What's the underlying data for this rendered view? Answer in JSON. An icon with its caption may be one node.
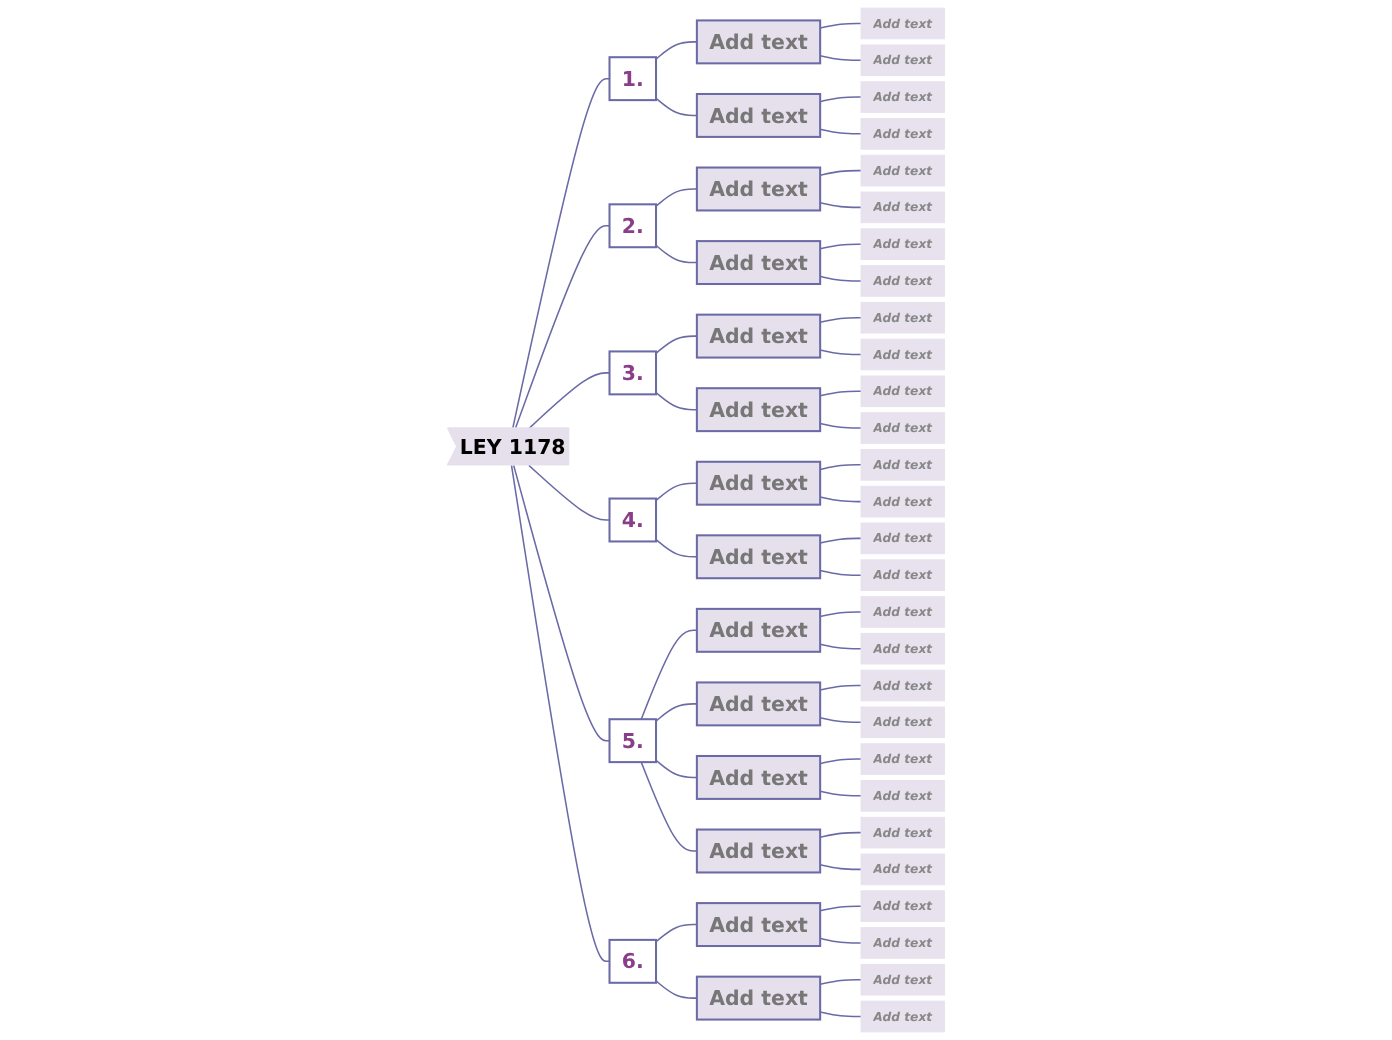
{
  "diagram": {
    "nodes": [
      {
        "text": [
          "LEY 1178"
        ]
      },
      {
        "text": [
          "1."
        ]
      },
      {
        "text": [
          "Add text"
        ]
      },
      {
        "text": [
          "Add text"
        ]
      },
      {
        "text": [
          "Add text"
        ]
      },
      {
        "text": [
          "Add text"
        ]
      },
      {
        "text": [
          "Add text"
        ]
      },
      {
        "text": [
          "Add text"
        ]
      },
      {
        "text": [
          "2."
        ]
      },
      {
        "text": [
          "Add text"
        ]
      },
      {
        "text": [
          "Add text"
        ]
      },
      {
        "text": [
          "Add text"
        ]
      },
      {
        "text": [
          "Add text"
        ]
      },
      {
        "text": [
          "Add text"
        ]
      },
      {
        "text": [
          "Add text"
        ]
      },
      {
        "text": [
          "3."
        ]
      },
      {
        "text": [
          "Add text"
        ]
      },
      {
        "text": [
          "Add text"
        ]
      },
      {
        "text": [
          "Add text"
        ]
      },
      {
        "text": [
          "Add text"
        ]
      },
      {
        "text": [
          "Add text"
        ]
      },
      {
        "text": [
          "Add text"
        ]
      },
      {
        "text": [
          "4."
        ]
      },
      {
        "text": [
          "Add text"
        ]
      },
      {
        "text": [
          "Add text"
        ]
      },
      {
        "text": [
          "Add text"
        ]
      },
      {
        "text": [
          "Add text"
        ]
      },
      {
        "text": [
          "Add text"
        ]
      },
      {
        "text": [
          "Add text"
        ]
      },
      {
        "text": [
          "5."
        ]
      },
      {
        "text": [
          "Add text"
        ]
      },
      {
        "text": [
          "Add text"
        ]
      },
      {
        "text": [
          "Add text"
        ]
      },
      {
        "text": [
          "Add text"
        ]
      },
      {
        "text": [
          "Add text"
        ]
      },
      {
        "text": [
          "Add text"
        ]
      },
      {
        "text": [
          "Add text"
        ]
      },
      {
        "text": [
          "Add text"
        ]
      },
      {
        "text": [
          "Add text"
        ]
      },
      {
        "text": [
          "Add text"
        ]
      },
      {
        "text": [
          "Add text"
        ]
      },
      {
        "text": [
          "Add text"
        ]
      },
      {
        "text": [
          "6."
        ]
      },
      {
        "text": [
          "Add text"
        ]
      },
      {
        "text": [
          "Add text"
        ]
      },
      {
        "text": [
          "Add text"
        ]
      },
      {
        "text": [
          "Add text"
        ]
      },
      {
        "text": [
          "Add text"
        ]
      },
      {
        "text": [
          "Add text"
        ]
      }
    ],
    "edges": [
      {
        "from": 0,
        "to": 1,
        "arrow": "none"
      },
      {
        "from": 1,
        "to": 2,
        "arrow": "none"
      },
      {
        "from": 2,
        "to": 3,
        "arrow": "none"
      },
      {
        "from": 2,
        "to": 4,
        "arrow": "none"
      },
      {
        "from": 1,
        "to": 5,
        "arrow": "none"
      },
      {
        "from": 5,
        "to": 6,
        "arrow": "none"
      },
      {
        "from": 5,
        "to": 7,
        "arrow": "none"
      },
      {
        "from": 0,
        "to": 8,
        "arrow": "none"
      },
      {
        "from": 8,
        "to": 9,
        "arrow": "none"
      },
      {
        "from": 9,
        "to": 10,
        "arrow": "none"
      },
      {
        "from": 9,
        "to": 11,
        "arrow": "none"
      },
      {
        "from": 8,
        "to": 12,
        "arrow": "none"
      },
      {
        "from": 12,
        "to": 13,
        "arrow": "none"
      },
      {
        "from": 12,
        "to": 14,
        "arrow": "none"
      },
      {
        "from": 0,
        "to": 15,
        "arrow": "none"
      },
      {
        "from": 15,
        "to": 16,
        "arrow": "none"
      },
      {
        "from": 16,
        "to": 17,
        "arrow": "none"
      },
      {
        "from": 16,
        "to": 18,
        "arrow": "none"
      },
      {
        "from": 15,
        "to": 19,
        "arrow": "none"
      },
      {
        "from": 19,
        "to": 20,
        "arrow": "none"
      },
      {
        "from": 19,
        "to": 21,
        "arrow": "none"
      },
      {
        "from": 0,
        "to": 22,
        "arrow": "none"
      },
      {
        "from": 22,
        "to": 23,
        "arrow": "none"
      },
      {
        "from": 23,
        "to": 24,
        "arrow": "none"
      },
      {
        "from": 23,
        "to": 25,
        "arrow": "none"
      },
      {
        "from": 22,
        "to": 26,
        "arrow": "none"
      },
      {
        "from": 26,
        "to": 27,
        "arrow": "none"
      },
      {
        "from": 26,
        "to": 28,
        "arrow": "none"
      },
      {
        "from": 0,
        "to": 29,
        "arrow": "none"
      },
      {
        "from": 29,
        "to": 30,
        "arrow": "none"
      },
      {
        "from": 30,
        "to": 31,
        "arrow": "none"
      },
      {
        "from": 30,
        "to": 32,
        "arrow": "none"
      },
      {
        "from": 29,
        "to": 33,
        "arrow": "none"
      },
      {
        "from": 33,
        "to": 34,
        "arrow": "none"
      },
      {
        "from": 33,
        "to": 35,
        "arrow": "none"
      },
      {
        "from": 29,
        "to": 36,
        "arrow": "none"
      },
      {
        "from": 36,
        "to": 37,
        "arrow": "none"
      },
      {
        "from": 36,
        "to": 38,
        "arrow": "none"
      },
      {
        "from": 29,
        "to": 39,
        "arrow": "none"
      },
      {
        "from": 39,
        "to": 40,
        "arrow": "none"
      },
      {
        "from": 39,
        "to": 41,
        "arrow": "none"
      },
      {
        "from": 0,
        "to": 42,
        "arrow": "none"
      },
      {
        "from": 42,
        "to": 43,
        "arrow": "none"
      },
      {
        "from": 43,
        "to": 44,
        "arrow": "none"
      },
      {
        "from": 43,
        "to": 45,
        "arrow": "none"
      },
      {
        "from": 42,
        "to": 46,
        "arrow": "none"
      },
      {
        "from": 46,
        "to": 47,
        "arrow": "none"
      },
      {
        "from": 46,
        "to": 48,
        "arrow": "none"
      }
    ]
  }
}
